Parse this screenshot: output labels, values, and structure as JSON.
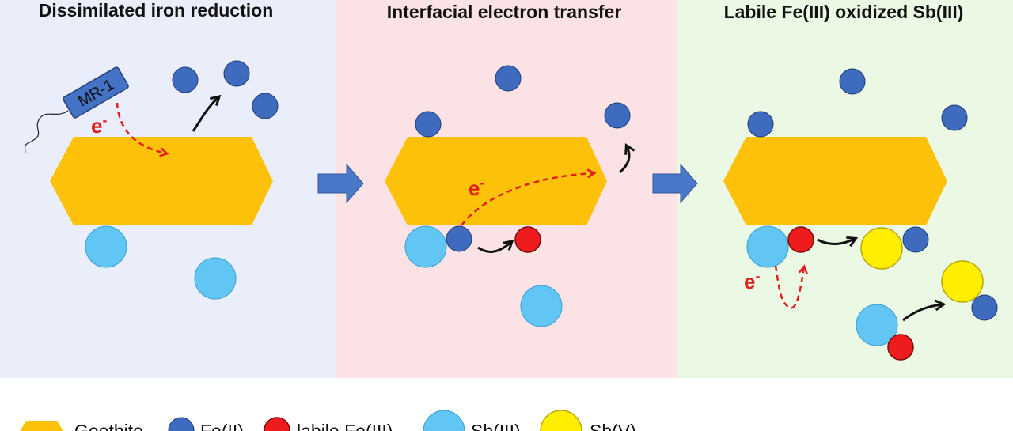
{
  "panels": [
    {
      "title": "Dissimilated iron reduction"
    },
    {
      "title": "Interfacial electron transfer"
    },
    {
      "title": "Labile Fe(III) oxidized Sb(III)"
    }
  ],
  "labels": {
    "microbe": "MR-1",
    "electron": "e",
    "electron_sup": "-"
  },
  "legend": [
    {
      "label": "Goethite"
    },
    {
      "label": "Fe(II)"
    },
    {
      "label": "labile Fe(III)"
    },
    {
      "label": "Sb(III)"
    },
    {
      "label": "Sb(V)"
    }
  ],
  "colors": {
    "panel1_bg": "#e9eefa",
    "panel2_bg": "#fbe3e5",
    "panel3_bg": "#eaf8e4",
    "goethite": "#fdc10a",
    "fe2": "#3e6bbd",
    "labile_fe3": "#ee1c1c",
    "sb3": "#61c6f4",
    "sb5": "#ffee00",
    "transition_arrow": "#4a78c8",
    "electron_flow": "#e0201c"
  }
}
